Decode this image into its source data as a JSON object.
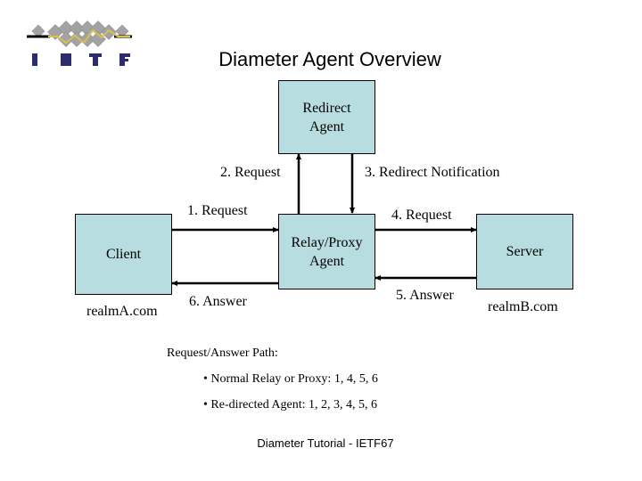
{
  "slide": {
    "title": "Diameter Agent Overview",
    "logo": {
      "icon": "ietf-logo-icon",
      "letters": [
        "I",
        "E",
        "T",
        "F"
      ]
    },
    "footer": "Diameter Tutorial - IETF67"
  },
  "diagram": {
    "nodes": {
      "redirect": {
        "line1": "Redirect",
        "line2": "Agent"
      },
      "relay": {
        "line1": "Relay/Proxy",
        "line2": "Agent"
      },
      "client": {
        "label": "Client",
        "realm": "realmA.com"
      },
      "server": {
        "label": "Server",
        "realm": "realmB.com"
      }
    },
    "edges": [
      {
        "id": "1",
        "label": "1. Request",
        "from": "Client",
        "to": "Relay/Proxy Agent"
      },
      {
        "id": "2",
        "label": "2. Request",
        "from": "Relay/Proxy Agent",
        "to": "Redirect Agent"
      },
      {
        "id": "3",
        "label": "3. Redirect Notification",
        "from": "Redirect Agent",
        "to": "Relay/Proxy Agent"
      },
      {
        "id": "4",
        "label": "4. Request",
        "from": "Relay/Proxy Agent",
        "to": "Server"
      },
      {
        "id": "5",
        "label": "5. Answer",
        "from": "Server",
        "to": "Relay/Proxy Agent"
      },
      {
        "id": "6",
        "label": "6. Answer",
        "from": "Relay/Proxy Agent",
        "to": "Client"
      }
    ]
  },
  "paths": {
    "title": "Request/Answer Path:",
    "items": [
      "• Normal Relay or Proxy: 1, 4, 5, 6",
      "• Re-directed Agent: 1, 2, 3, 4, 5, 6"
    ]
  },
  "colors": {
    "box_fill": "#b8dde1",
    "logo_gray": "#a0a0a0",
    "logo_gold": "#d8c050",
    "logo_navy": "#2c2c6c"
  }
}
